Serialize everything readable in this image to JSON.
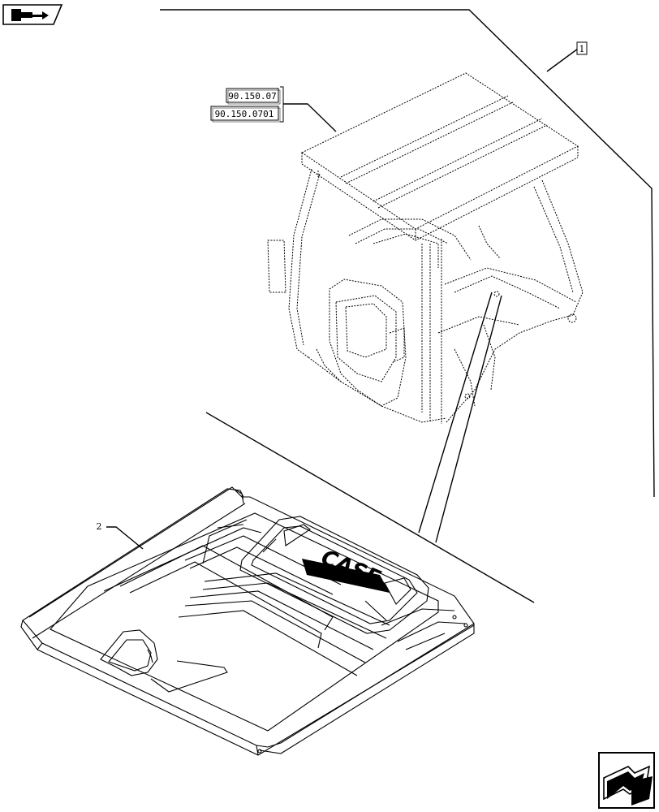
{
  "references": [
    "90.150.07",
    "90.150.0701"
  ],
  "callouts": {
    "cab_item": "1",
    "mat_item": "2"
  },
  "brand_logo": "CASE",
  "icons": {
    "top_left": "book-arrow-icon",
    "bottom_right": "next-page-arrow-icon"
  }
}
